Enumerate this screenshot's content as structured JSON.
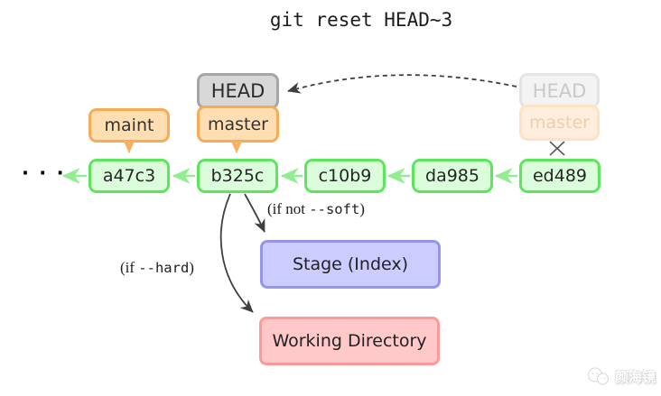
{
  "title": "git reset HEAD~3",
  "refs": {
    "head": "HEAD",
    "master": "master",
    "maint": "maint",
    "ghost_head": "HEAD",
    "ghost_master": "master"
  },
  "commits": [
    "a47c3",
    "b325c",
    "c10b9",
    "da985",
    "ed489"
  ],
  "ellipsis": "· · ·",
  "annotations": {
    "soft_prefix": "(if not ",
    "soft_code": "--soft",
    "soft_suffix": ")",
    "hard_prefix": "(if ",
    "hard_code": "--hard",
    "hard_suffix": ")"
  },
  "areas": {
    "stage": "Stage (Index)",
    "working": "Working Directory"
  },
  "watermark": {
    "text": "颜海镜"
  },
  "colors": {
    "commit_fill": "#dbfddb",
    "commit_border": "#5ce65c",
    "commit_arrow": "#90ee90",
    "ref_fill": "#ffdfb2",
    "ref_border": "#f8ab57",
    "ref_arrow": "#fcaf5e",
    "head_fill": "#d7d7d7",
    "head_border": "#a5a5a5",
    "ghost_head_fill": "#f3f3f3",
    "ghost_master_fill": "#ffeedd",
    "stage_fill": "#ccccff",
    "stage_border": "#9595ec",
    "working_fill": "#ffc9c9",
    "working_border": "#ff9898",
    "dark_arrow": "#3f3f3f"
  }
}
